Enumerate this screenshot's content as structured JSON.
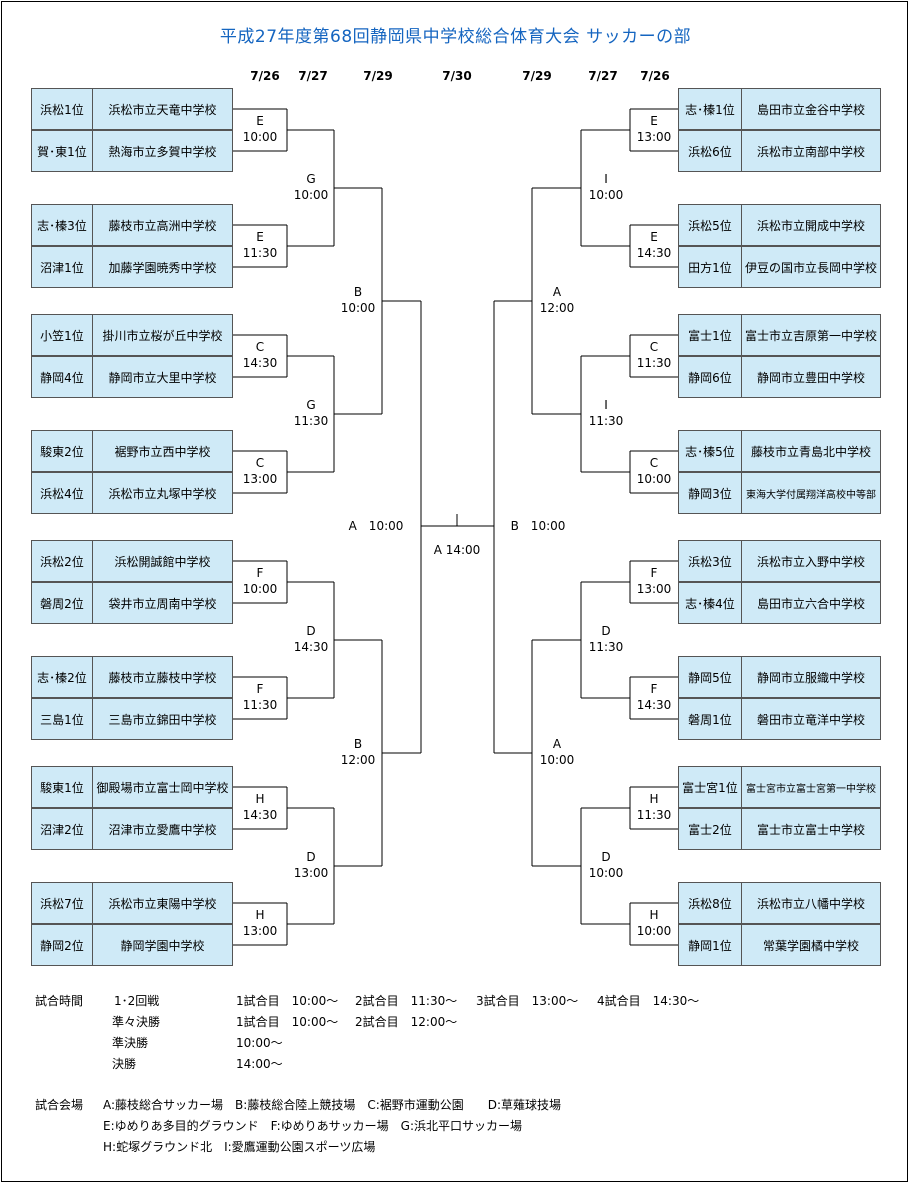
{
  "title": "平成27年度第68回静岡県中学校総合体育大会 サッカーの部",
  "dates_left": [
    "7/26",
    "7/27",
    "7/29"
  ],
  "date_center": "7/30",
  "dates_right": [
    "7/29",
    "7/27",
    "7/26"
  ],
  "left_teams": [
    {
      "rank": "浜松1位",
      "school": "浜松市立天竜中学校"
    },
    {
      "rank": "賀･東1位",
      "school": "熱海市立多賀中学校"
    },
    {
      "rank": "志･榛3位",
      "school": "藤枝市立高洲中学校"
    },
    {
      "rank": "沼津1位",
      "school": "加藤学園暁秀中学校"
    },
    {
      "rank": "小笠1位",
      "school": "掛川市立桜が丘中学校"
    },
    {
      "rank": "静岡4位",
      "school": "静岡市立大里中学校"
    },
    {
      "rank": "駿東2位",
      "school": "裾野市立西中学校"
    },
    {
      "rank": "浜松4位",
      "school": "浜松市立丸塚中学校"
    },
    {
      "rank": "浜松2位",
      "school": "浜松開誠館中学校"
    },
    {
      "rank": "磐周2位",
      "school": "袋井市立周南中学校"
    },
    {
      "rank": "志･榛2位",
      "school": "藤枝市立藤枝中学校"
    },
    {
      "rank": "三島1位",
      "school": "三島市立錦田中学校"
    },
    {
      "rank": "駿東1位",
      "school": "御殿場市立富士岡中学校"
    },
    {
      "rank": "沼津2位",
      "school": "沼津市立愛鷹中学校"
    },
    {
      "rank": "浜松7位",
      "school": "浜松市立東陽中学校"
    },
    {
      "rank": "静岡2位",
      "school": "静岡学園中学校"
    }
  ],
  "right_teams": [
    {
      "rank": "志･榛1位",
      "school": "島田市立金谷中学校"
    },
    {
      "rank": "浜松6位",
      "school": "浜松市立南部中学校"
    },
    {
      "rank": "浜松5位",
      "school": "浜松市立開成中学校"
    },
    {
      "rank": "田方1位",
      "school": "伊豆の国市立長岡中学校"
    },
    {
      "rank": "富士1位",
      "school": "富士市立吉原第一中学校"
    },
    {
      "rank": "静岡6位",
      "school": "静岡市立豊田中学校"
    },
    {
      "rank": "志･榛5位",
      "school": "藤枝市立青島北中学校"
    },
    {
      "rank": "静岡3位",
      "school": "東海大学付属翔洋高校中等部"
    },
    {
      "rank": "浜松3位",
      "school": "浜松市立入野中学校"
    },
    {
      "rank": "志･榛4位",
      "school": "島田市立六合中学校"
    },
    {
      "rank": "静岡5位",
      "school": "静岡市立服織中学校"
    },
    {
      "rank": "磐周1位",
      "school": "磐田市立竜洋中学校"
    },
    {
      "rank": "富士宮1位",
      "school": "富士宮市立富士宮第一中学校"
    },
    {
      "rank": "富士2位",
      "school": "富士市立富士中学校"
    },
    {
      "rank": "浜松8位",
      "school": "浜松市立八幡中学校"
    },
    {
      "rank": "静岡1位",
      "school": "常葉学園橘中学校"
    }
  ],
  "left_r1": [
    {
      "venue": "E",
      "time": "10:00"
    },
    {
      "venue": "E",
      "time": "11:30"
    },
    {
      "venue": "C",
      "time": "14:30"
    },
    {
      "venue": "C",
      "time": "13:00"
    },
    {
      "venue": "F",
      "time": "10:00"
    },
    {
      "venue": "F",
      "time": "11:30"
    },
    {
      "venue": "H",
      "time": "14:30"
    },
    {
      "venue": "H",
      "time": "13:00"
    }
  ],
  "left_r2": [
    {
      "venue": "G",
      "time": "10:00"
    },
    {
      "venue": "G",
      "time": "11:30"
    },
    {
      "venue": "D",
      "time": "14:30"
    },
    {
      "venue": "D",
      "time": "13:00"
    }
  ],
  "left_qf": [
    {
      "venue": "B",
      "time": "10:00"
    },
    {
      "venue": "B",
      "time": "12:00"
    }
  ],
  "left_sf": "A　10:00",
  "right_r1": [
    {
      "venue": "E",
      "time": "13:00"
    },
    {
      "venue": "E",
      "time": "14:30"
    },
    {
      "venue": "C",
      "time": "11:30"
    },
    {
      "venue": "C",
      "time": "10:00"
    },
    {
      "venue": "F",
      "time": "13:00"
    },
    {
      "venue": "F",
      "time": "14:30"
    },
    {
      "venue": "H",
      "time": "11:30"
    },
    {
      "venue": "H",
      "time": "10:00"
    }
  ],
  "right_r2": [
    {
      "venue": "I",
      "time": "10:00"
    },
    {
      "venue": "I",
      "time": "11:30"
    },
    {
      "venue": "D",
      "time": "11:30"
    },
    {
      "venue": "D",
      "time": "10:00"
    }
  ],
  "right_qf": [
    {
      "venue": "A",
      "time": "12:00"
    },
    {
      "venue": "A",
      "time": "10:00"
    }
  ],
  "right_sf": "B　10:00",
  "final": "A 14:00",
  "schedule": {
    "heading": "試合時間",
    "rows": [
      {
        "round": "1･2回戦",
        "times": [
          "1試合目　10:00～",
          "2試合目　11:30～",
          "3試合目　13:00～",
          "4試合目　14:30～"
        ]
      },
      {
        "round": "準々決勝",
        "times": [
          "1試合目　10:00～",
          "2試合目　12:00～"
        ]
      },
      {
        "round": "準決勝",
        "times": [
          "10:00～"
        ]
      },
      {
        "round": "決勝",
        "times": [
          "14:00～"
        ]
      }
    ]
  },
  "venues": {
    "heading": "試合会場",
    "lines": [
      "A:藤枝総合サッカー場　B:藤枝総合陸上競技場　C:裾野市運動公園　　D:草薙球技場",
      "E:ゆめりあ多目的グラウンド　F:ゆめりあサッカー場　G:浜北平口サッカー場",
      "H:蛇塚グラウンド北　I:愛鷹運動公園スポーツ広場"
    ]
  }
}
